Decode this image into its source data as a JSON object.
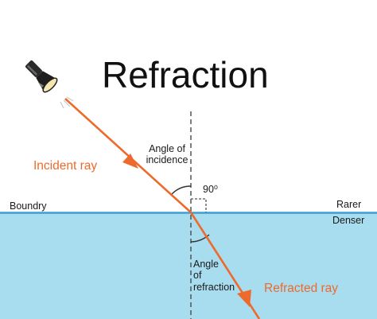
{
  "title": "Refraction",
  "labels": {
    "incident_ray": "Incident ray",
    "refracted_ray": "Refracted ray",
    "angle_of_incidence": [
      "Angle of",
      "incidence"
    ],
    "angle_of_refraction": [
      "Angle",
      "of",
      "refraction"
    ],
    "right_angle": "90⁰",
    "boundary": "Boundry",
    "rarer": "Rarer",
    "denser": "Denser"
  },
  "colors": {
    "ray": "#ee6a2c",
    "water": "#a8dcef",
    "boundary_line": "#3b9fd3",
    "normal_line": "#555555",
    "text": "#1a1a1a"
  },
  "icons": {
    "light_source": "flashlight-icon"
  }
}
